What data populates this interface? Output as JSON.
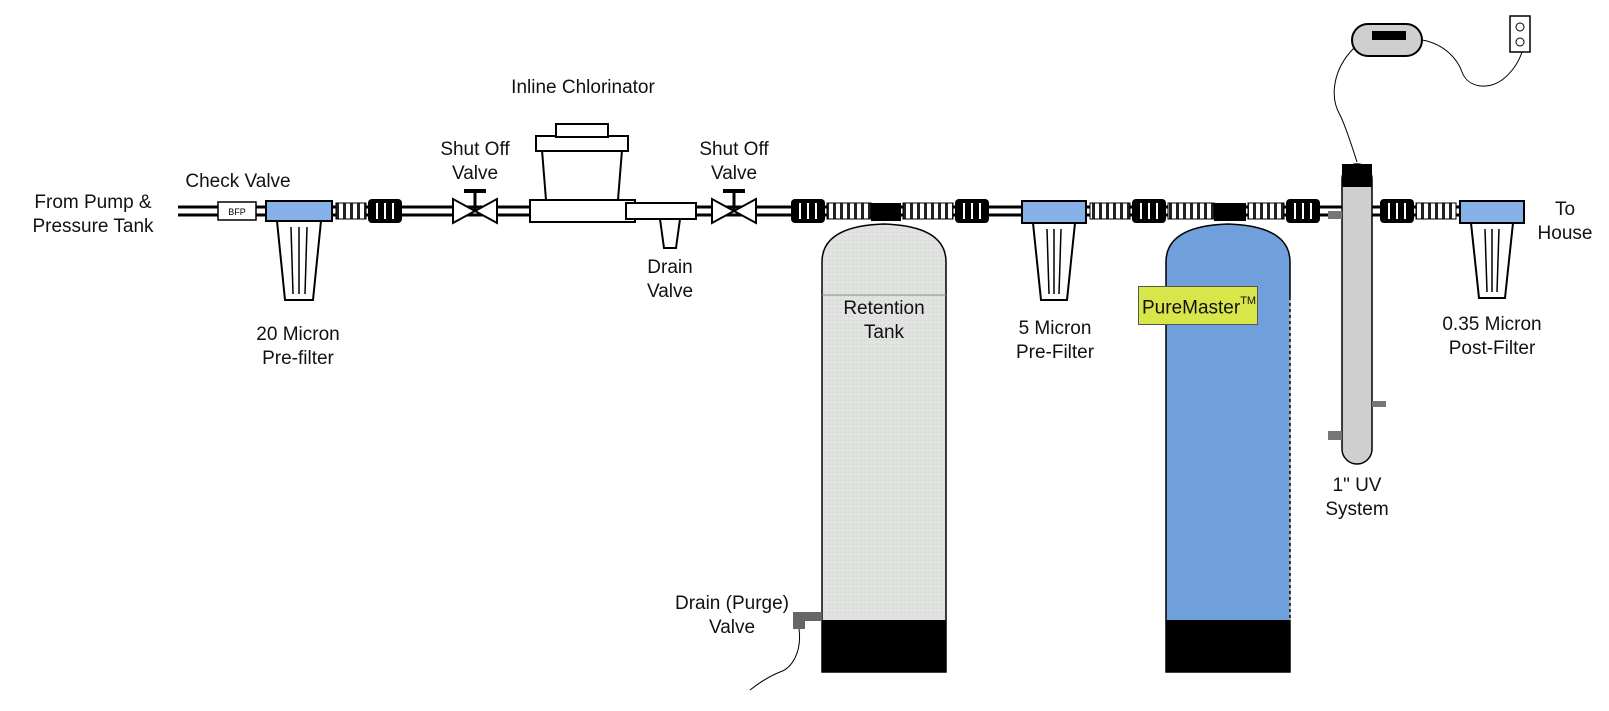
{
  "labels": {
    "from_pump": [
      "From Pump &",
      "Pressure Tank"
    ],
    "check_valve": "Check Valve",
    "backflow_tag": "BFP",
    "prefilter_20": [
      "20 Micron",
      "Pre-filter"
    ],
    "shutoff_1": [
      "Shut Off",
      "Valve"
    ],
    "chlorinator": "Inline Chlorinator",
    "drain_valve": [
      "Drain",
      "Valve"
    ],
    "shutoff_2": [
      "Shut Off",
      "Valve"
    ],
    "retention_tank": [
      "Retention",
      "Tank"
    ],
    "purge_valve": [
      "Drain (Purge)",
      "Valve"
    ],
    "prefilter_5": [
      "5 Micron",
      "Pre-Filter"
    ],
    "puremaster": "PureMaster",
    "trademark": "TM",
    "uv_system": [
      "1\" UV",
      "System"
    ],
    "postfilter": [
      "0.35 Micron",
      "Post-Filter"
    ],
    "to_house": [
      "To",
      "House"
    ]
  },
  "colors": {
    "filter_head": "#86b1e8",
    "media_tank": "#6fa0dc",
    "retention_tank": "#e1e3e1",
    "brand_label": "#d8e64a",
    "uv_body": "#cfcfcf"
  }
}
